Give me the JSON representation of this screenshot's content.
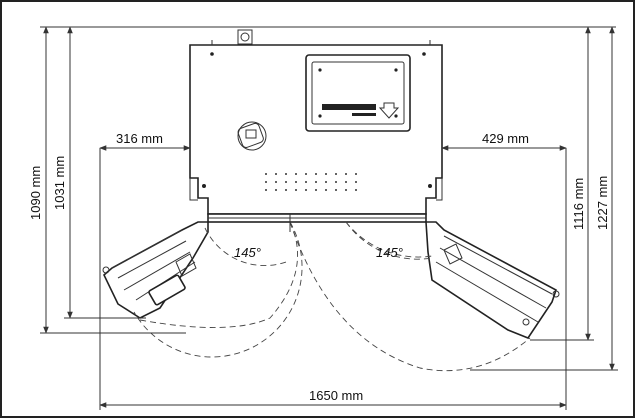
{
  "diagram": {
    "dimensions": {
      "overall_width": "1650 mm",
      "left_clearance": "316 mm",
      "right_clearance": "429 mm",
      "left_depth_outer": "1090 mm",
      "left_depth_inner": "1031 mm",
      "right_depth_inner": "1116 mm",
      "right_depth_outer": "1227 mm"
    },
    "angles": {
      "left_door": "145°",
      "right_door": "145°"
    }
  }
}
